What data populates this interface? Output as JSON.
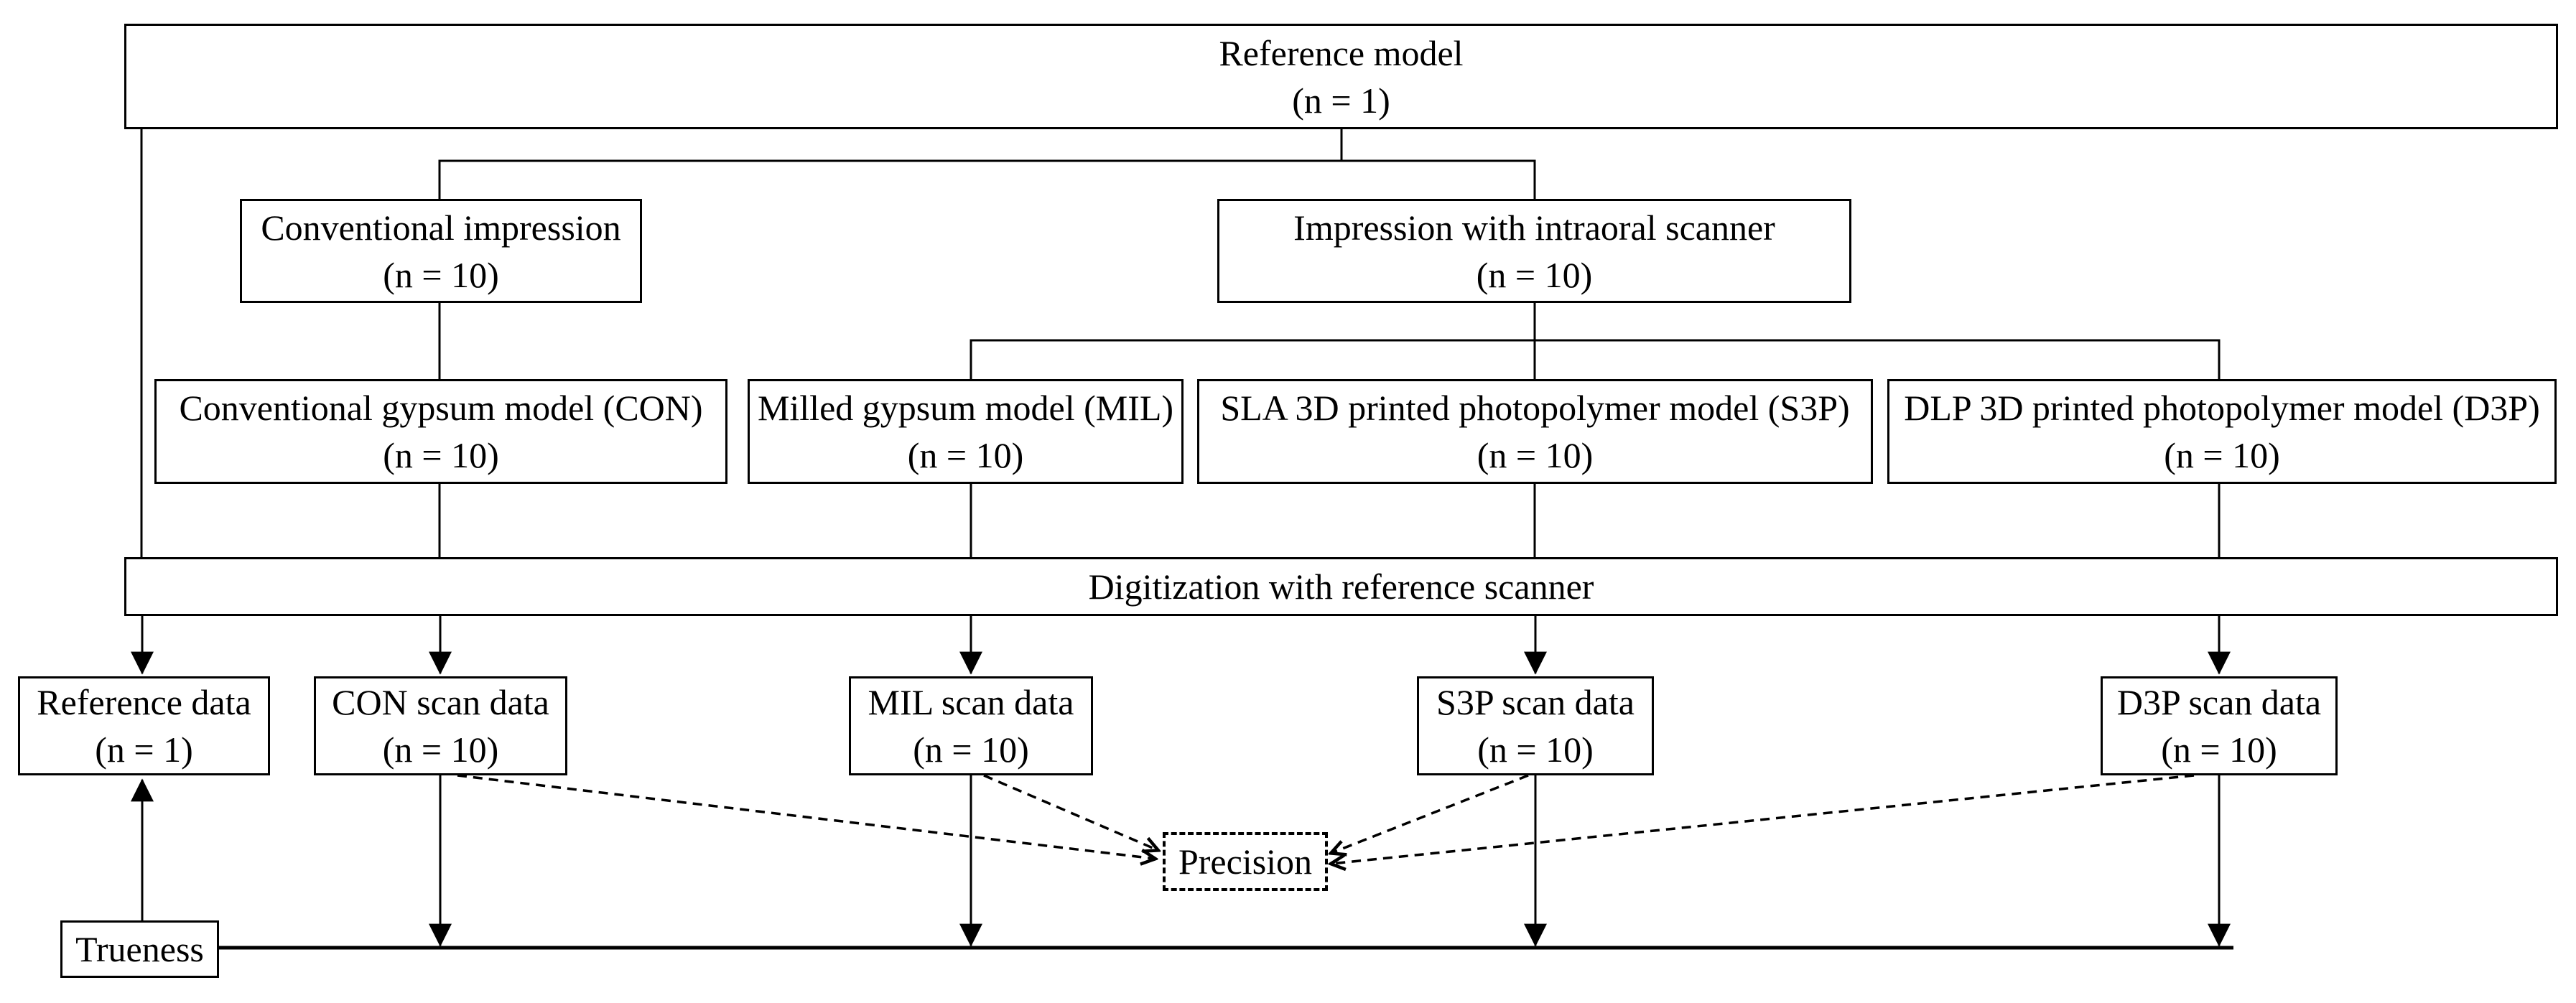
{
  "diagram": {
    "title": "Study workflow flowchart",
    "colors": {
      "line": "#000000",
      "bg": "#ffffff",
      "text": "#000000"
    },
    "nodes": {
      "reference_model": {
        "line1": "Reference model",
        "line2": "(n = 1)"
      },
      "conventional_impression": {
        "line1": "Conventional impression",
        "line2": "(n = 10)"
      },
      "intraoral_impression": {
        "line1": "Impression with intraoral scanner",
        "line2": "(n = 10)"
      },
      "con_model": {
        "line1": "Conventional gypsum model (CON)",
        "line2": "(n = 10)"
      },
      "mil_model": {
        "line1": "Milled gypsum model (MIL)",
        "line2": "(n = 10)"
      },
      "s3p_model": {
        "line1": "SLA 3D printed photopolymer model (S3P)",
        "line2": "(n = 10)"
      },
      "d3p_model": {
        "line1": "DLP 3D printed photopolymer model (D3P)",
        "line2": "(n = 10)"
      },
      "digitization": {
        "line1": "Digitization with reference scanner"
      },
      "reference_data": {
        "line1": "Reference data",
        "line2": "(n = 1)"
      },
      "con_scan": {
        "line1": "CON scan data",
        "line2": "(n = 10)"
      },
      "mil_scan": {
        "line1": "MIL scan data",
        "line2": "(n = 10)"
      },
      "s3p_scan": {
        "line1": "S3P scan data",
        "line2": "(n = 10)"
      },
      "d3p_scan": {
        "line1": "D3P scan data",
        "line2": "(n = 10)"
      },
      "precision": {
        "line1": "Precision"
      },
      "trueness": {
        "line1": "Trueness"
      }
    }
  }
}
